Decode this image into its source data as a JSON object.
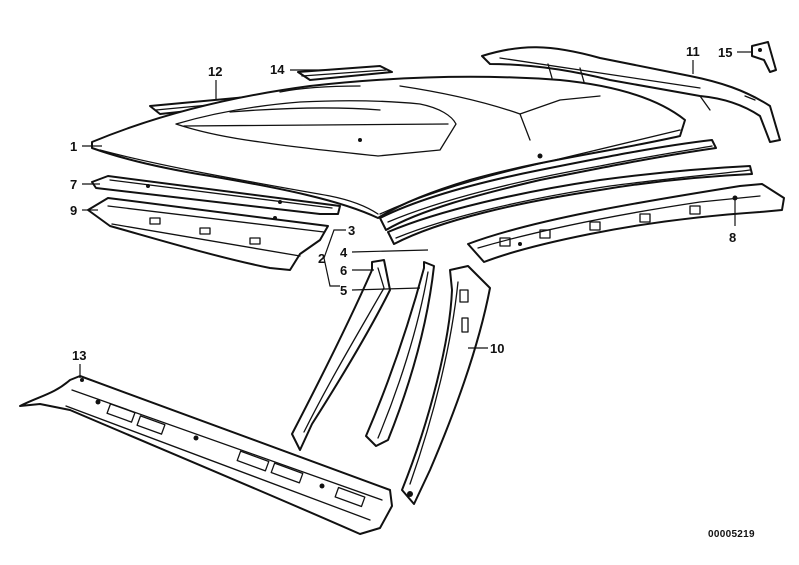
{
  "diagram": {
    "reference_number": "00005219",
    "callouts": {
      "c1": "1",
      "c2": "2",
      "c3": "3",
      "c4": "4",
      "c5": "5",
      "c6": "6",
      "c7": "7",
      "c8": "8",
      "c9": "9",
      "c10": "10",
      "c11": "11",
      "c12": "12",
      "c13": "13",
      "c14": "14",
      "c15": "15"
    }
  }
}
